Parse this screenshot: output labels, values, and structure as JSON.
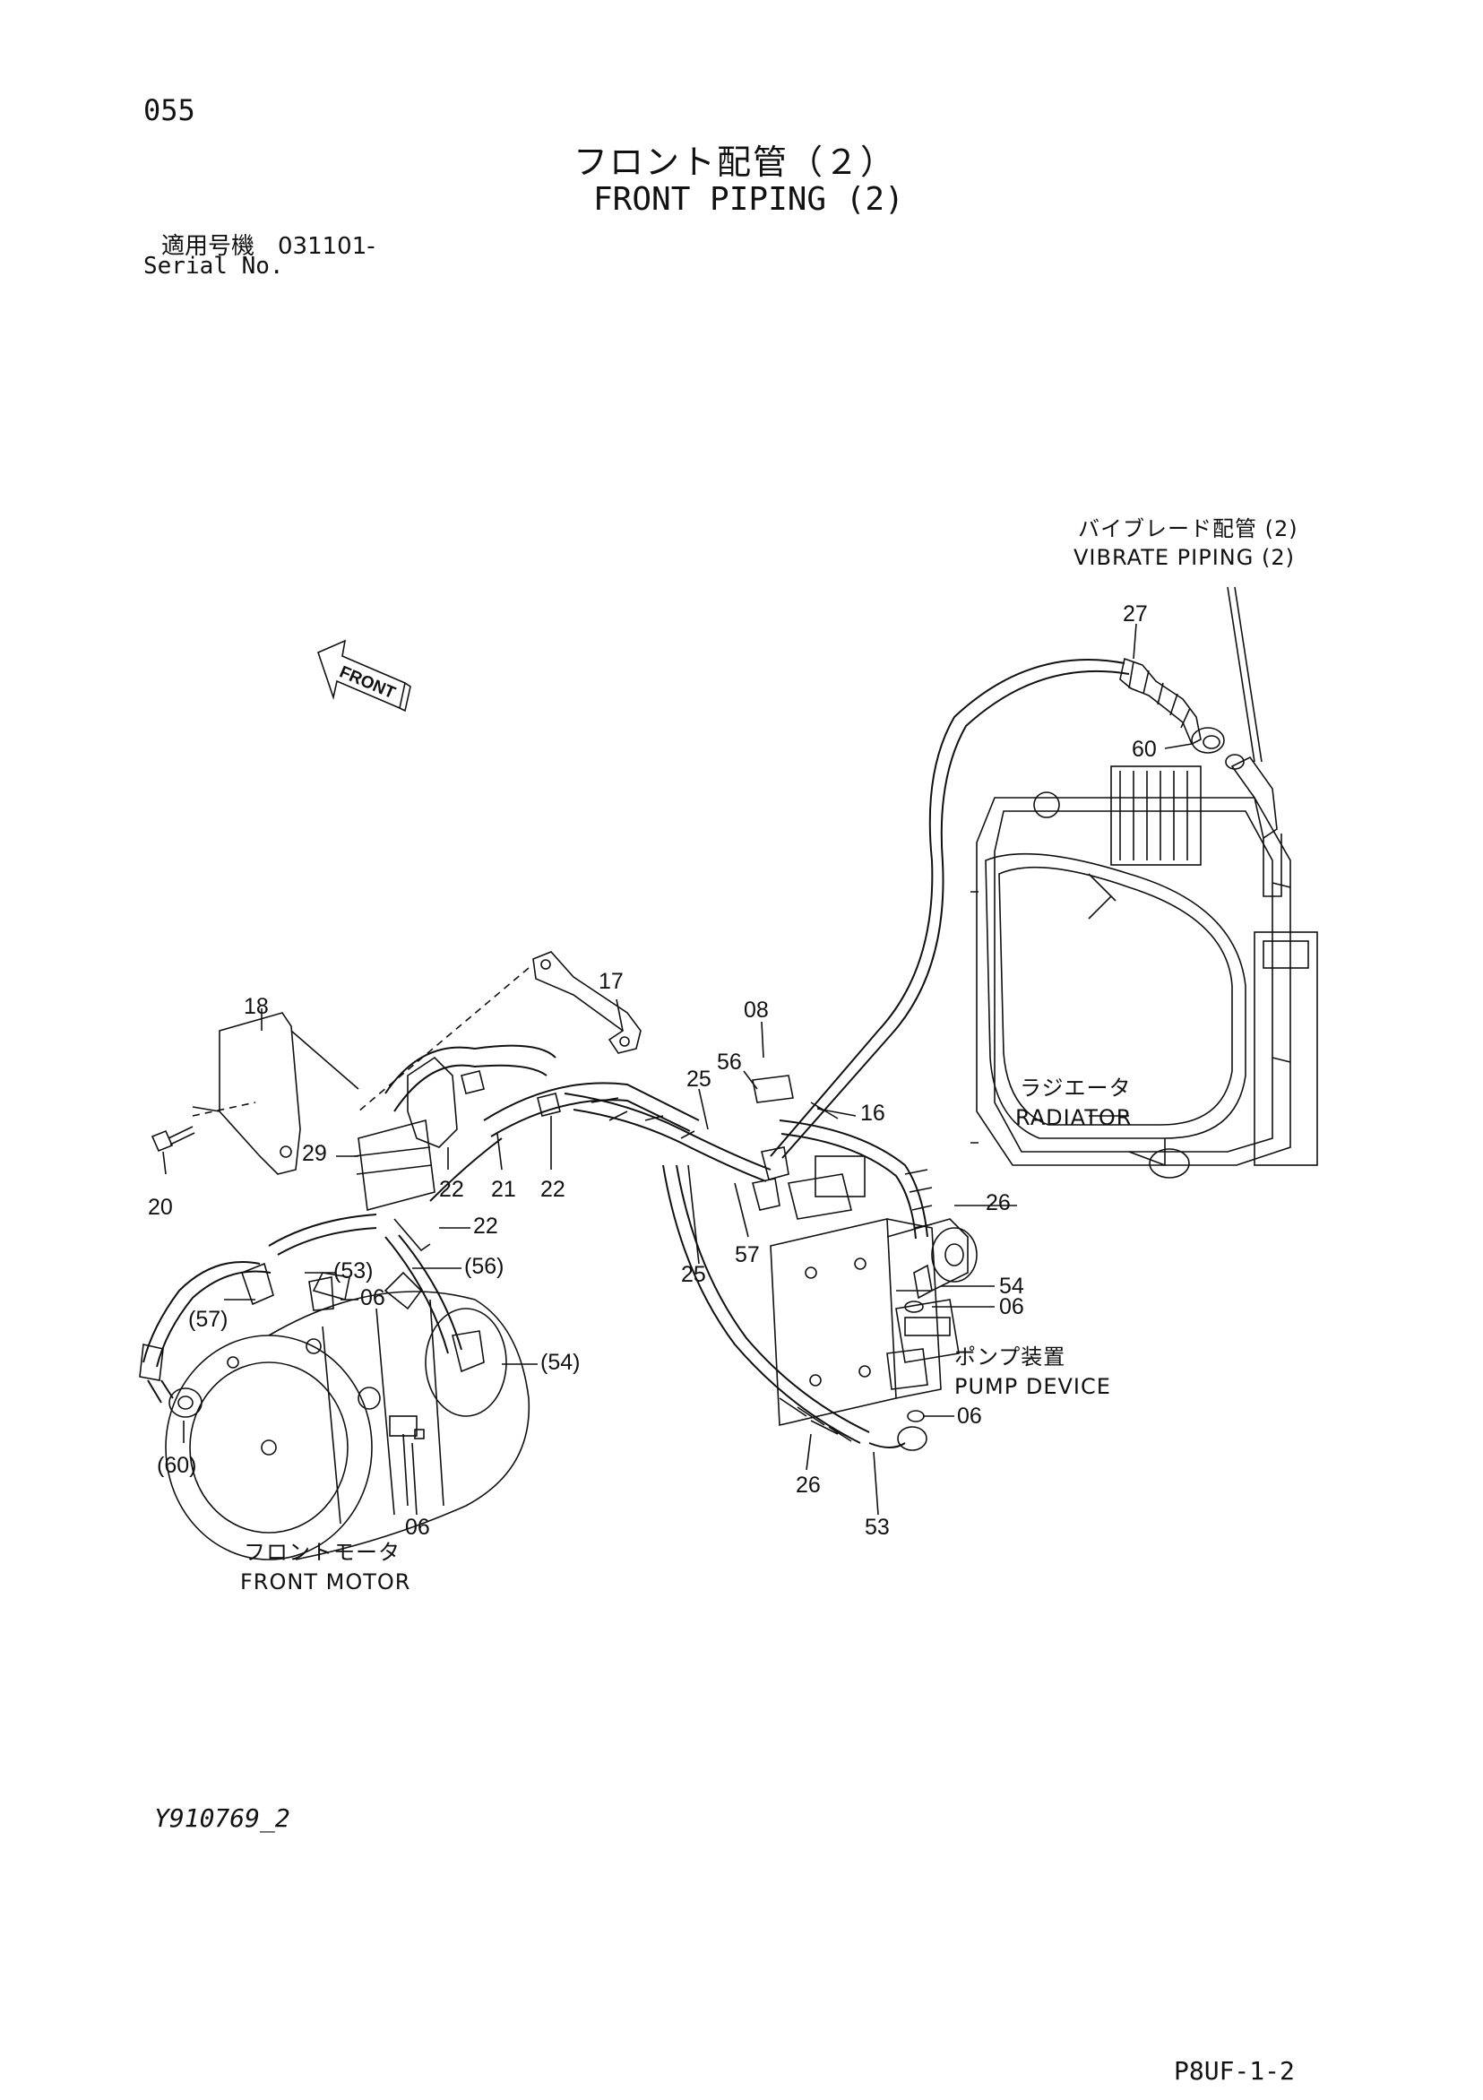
{
  "header": {
    "page_number": "055",
    "title_jp": "フロント配管（２）",
    "title_en": "FRONT PIPING (2)",
    "serial_label_jp": "適用号機　031101-",
    "serial_label_en": "Serial No."
  },
  "footer": {
    "drawing_no": "Y910769_2",
    "page_code": "P8UF-1-2"
  },
  "direction_arrow": "FRONT",
  "components": {
    "vibrate_piping_jp": "バイブレード配管 (2)",
    "vibrate_piping_en": "VIBRATE  PIPING (2)",
    "radiator_jp": "ラジエータ",
    "radiator_en": "RADIATOR",
    "pump_jp": "ポンプ装置",
    "pump_en": "PUMP  DEVICE",
    "motor_jp": "フロントモータ",
    "motor_en": "FRONT  MOTOR"
  },
  "callouts": [
    "27",
    "60",
    "17",
    "18",
    "08",
    "56",
    "25",
    "16",
    "29",
    "22",
    "21",
    "22",
    "22",
    "20",
    "26",
    "57",
    "(53)",
    "(56)",
    "06",
    "(57)",
    "25",
    "54",
    "06",
    "(54)",
    "06",
    "(60)",
    "26",
    "06",
    "53"
  ]
}
